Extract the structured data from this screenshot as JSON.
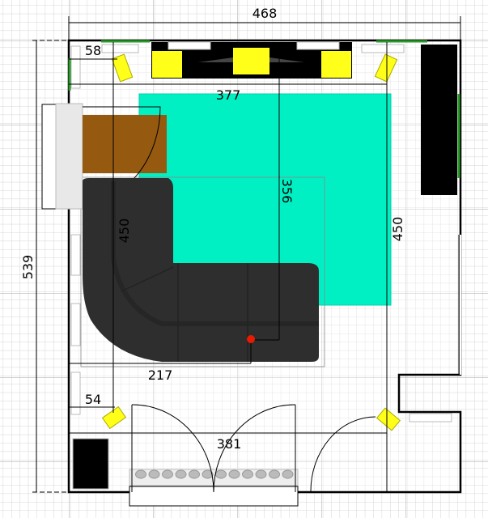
{
  "plan": {
    "dimensions": {
      "room_width": "468",
      "room_depth": "539",
      "top_inner": "377",
      "bottom_inner": "381",
      "left_offset_top": "58",
      "left_offset_bottom": "54",
      "listening_depth": "356",
      "left_speaker_line": "450",
      "right_speaker_line": "450",
      "listening_offset": "217"
    },
    "colors": {
      "rug": "#00F0C4",
      "desk": "#955A10",
      "speaker": "#FFFF1A",
      "sofa": "#2E2E2E",
      "listening_point": "#E81A00",
      "wall": "#000000",
      "grid": "#D0D0D0"
    }
  }
}
